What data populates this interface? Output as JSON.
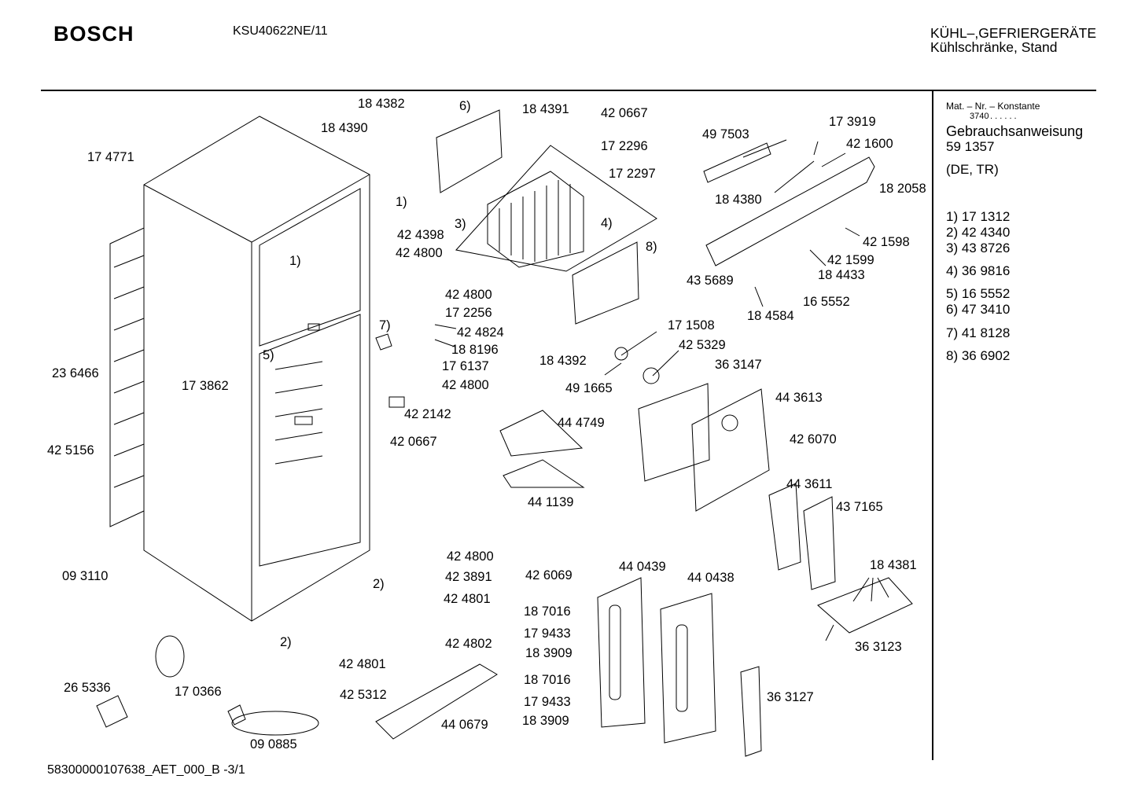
{
  "header": {
    "brand": "BOSCH",
    "model": "KSU40622NE/11",
    "category_line1": "KÜHL–,GEFRIERGERÄTE",
    "category_line2": "Kühlschränke, Stand"
  },
  "sidebar": {
    "mat_label": "Mat. – Nr. – Konstante",
    "mat_value": "3740",
    "mat_dots": ". .  .  .  .  .",
    "doc_title": "Gebrauchsanweisung",
    "doc_number": "59 1357",
    "doc_languages": "(DE, TR)",
    "refs": [
      {
        "label": "1) 17 1312"
      },
      {
        "label": "2) 42 4340"
      },
      {
        "label": "3) 43 8726"
      },
      {
        "label": "4) 36 9816"
      },
      {
        "label": "5) 16 5552"
      },
      {
        "label": "6) 47 3410"
      },
      {
        "label": "7) 41 8128"
      },
      {
        "label": "8) 36 6902"
      }
    ]
  },
  "parts": [
    {
      "label": "18 4382"
    },
    {
      "label": "6)"
    },
    {
      "label": "18 4391"
    },
    {
      "label": "42 0667"
    },
    {
      "label": "18 4390"
    },
    {
      "label": "17 2296"
    },
    {
      "label": "17 2297"
    },
    {
      "label": "17 4771"
    },
    {
      "label": "1)"
    },
    {
      "label": "42 4398"
    },
    {
      "label": "42 4800"
    },
    {
      "label": "3)"
    },
    {
      "label": "4)"
    },
    {
      "label": "8)"
    },
    {
      "label": "1)"
    },
    {
      "label": "49 7503"
    },
    {
      "label": "17 3919"
    },
    {
      "label": "42 1600"
    },
    {
      "label": "18 4380"
    },
    {
      "label": "18 2058"
    },
    {
      "label": "42 1598"
    },
    {
      "label": "42 1599"
    },
    {
      "label": "18 4433"
    },
    {
      "label": "43 5689"
    },
    {
      "label": "16 5552"
    },
    {
      "label": "18 4584"
    },
    {
      "label": "42 4800"
    },
    {
      "label": "17 2256"
    },
    {
      "label": "42 4824"
    },
    {
      "label": "7)"
    },
    {
      "label": "18 8196"
    },
    {
      "label": "17 6137"
    },
    {
      "label": "42 4800"
    },
    {
      "label": "17 1508"
    },
    {
      "label": "42 5329"
    },
    {
      "label": "18 4392"
    },
    {
      "label": "36 3147"
    },
    {
      "label": "49 1665"
    },
    {
      "label": "5)"
    },
    {
      "label": "17 3862"
    },
    {
      "label": "23 6466"
    },
    {
      "label": "44 3613"
    },
    {
      "label": "42 2142"
    },
    {
      "label": "44 4749"
    },
    {
      "label": "42 0667"
    },
    {
      "label": "42 6070"
    },
    {
      "label": "42 5156"
    },
    {
      "label": "44 3611"
    },
    {
      "label": "43 7165"
    },
    {
      "label": "44 1139"
    },
    {
      "label": "42 4800"
    },
    {
      "label": "09 3110"
    },
    {
      "label": "2)"
    },
    {
      "label": "42 3891"
    },
    {
      "label": "42 6069"
    },
    {
      "label": "44 0439"
    },
    {
      "label": "44 0438"
    },
    {
      "label": "18 4381"
    },
    {
      "label": "42 4801"
    },
    {
      "label": "18 7016"
    },
    {
      "label": "17 9433"
    },
    {
      "label": "36 3123"
    },
    {
      "label": "2)"
    },
    {
      "label": "42 4802"
    },
    {
      "label": "18 3909"
    },
    {
      "label": "42 4801"
    },
    {
      "label": "26 5336"
    },
    {
      "label": "17 0366"
    },
    {
      "label": "18 7016"
    },
    {
      "label": "36 3127"
    },
    {
      "label": "42 5312"
    },
    {
      "label": "17 9433"
    },
    {
      "label": "44 0679"
    },
    {
      "label": "18 3909"
    },
    {
      "label": "09 0885"
    }
  ],
  "footer": {
    "document_id": "58300000107638_AET_000_B  -3/1"
  }
}
